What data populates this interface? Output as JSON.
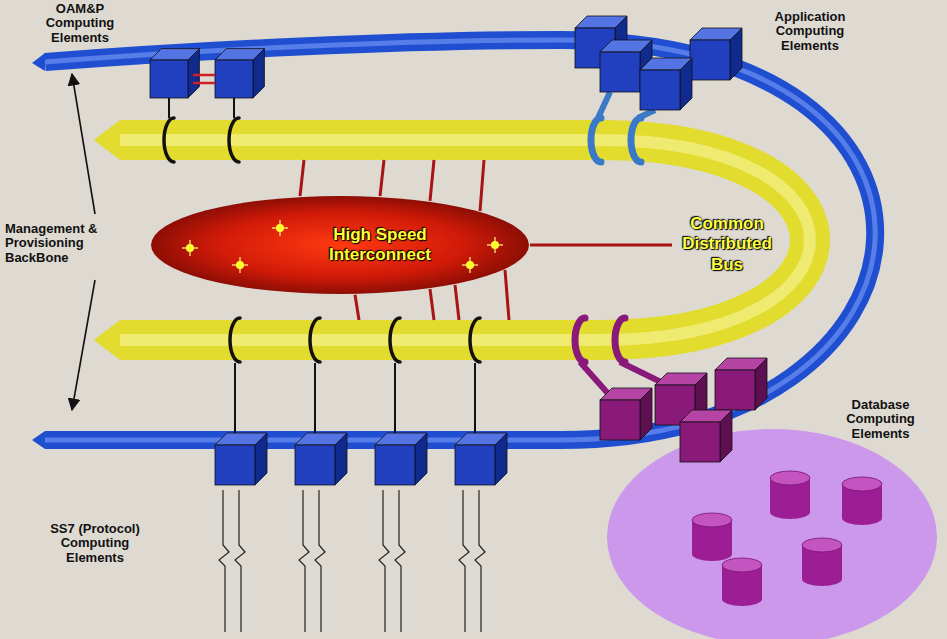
{
  "diagram": {
    "nodes": [
      {
        "text": [
          "High Speed Interconnect"
        ]
      },
      {
        "text": [
          "Common Distributed Bus"
        ]
      }
    ],
    "edges": [
      {
        "from": 0,
        "to": 1,
        "arrow": "none"
      },
      {
        "from": 0,
        "to": 1,
        "arrow": "none"
      },
      {
        "from": 0,
        "to": 1,
        "arrow": "none"
      },
      {
        "from": 0,
        "to": 1,
        "arrow": "none"
      },
      {
        "from": 0,
        "to": 1,
        "arrow": "none"
      },
      {
        "from": 0,
        "to": 1,
        "arrow": "none"
      },
      {
        "from": 0,
        "to": 1,
        "arrow": "none"
      },
      {
        "from": 0,
        "to": 1,
        "arrow": "none"
      },
      {
        "from": 0,
        "to": 1,
        "arrow": "none"
      }
    ],
    "labels": [
      "OAM&P Computing Elements",
      "Application Computing Elements",
      "Management & Provisioning BackBone",
      "SS7 (Protocol) Computing Elements",
      "Database Computing Elements"
    ]
  }
}
